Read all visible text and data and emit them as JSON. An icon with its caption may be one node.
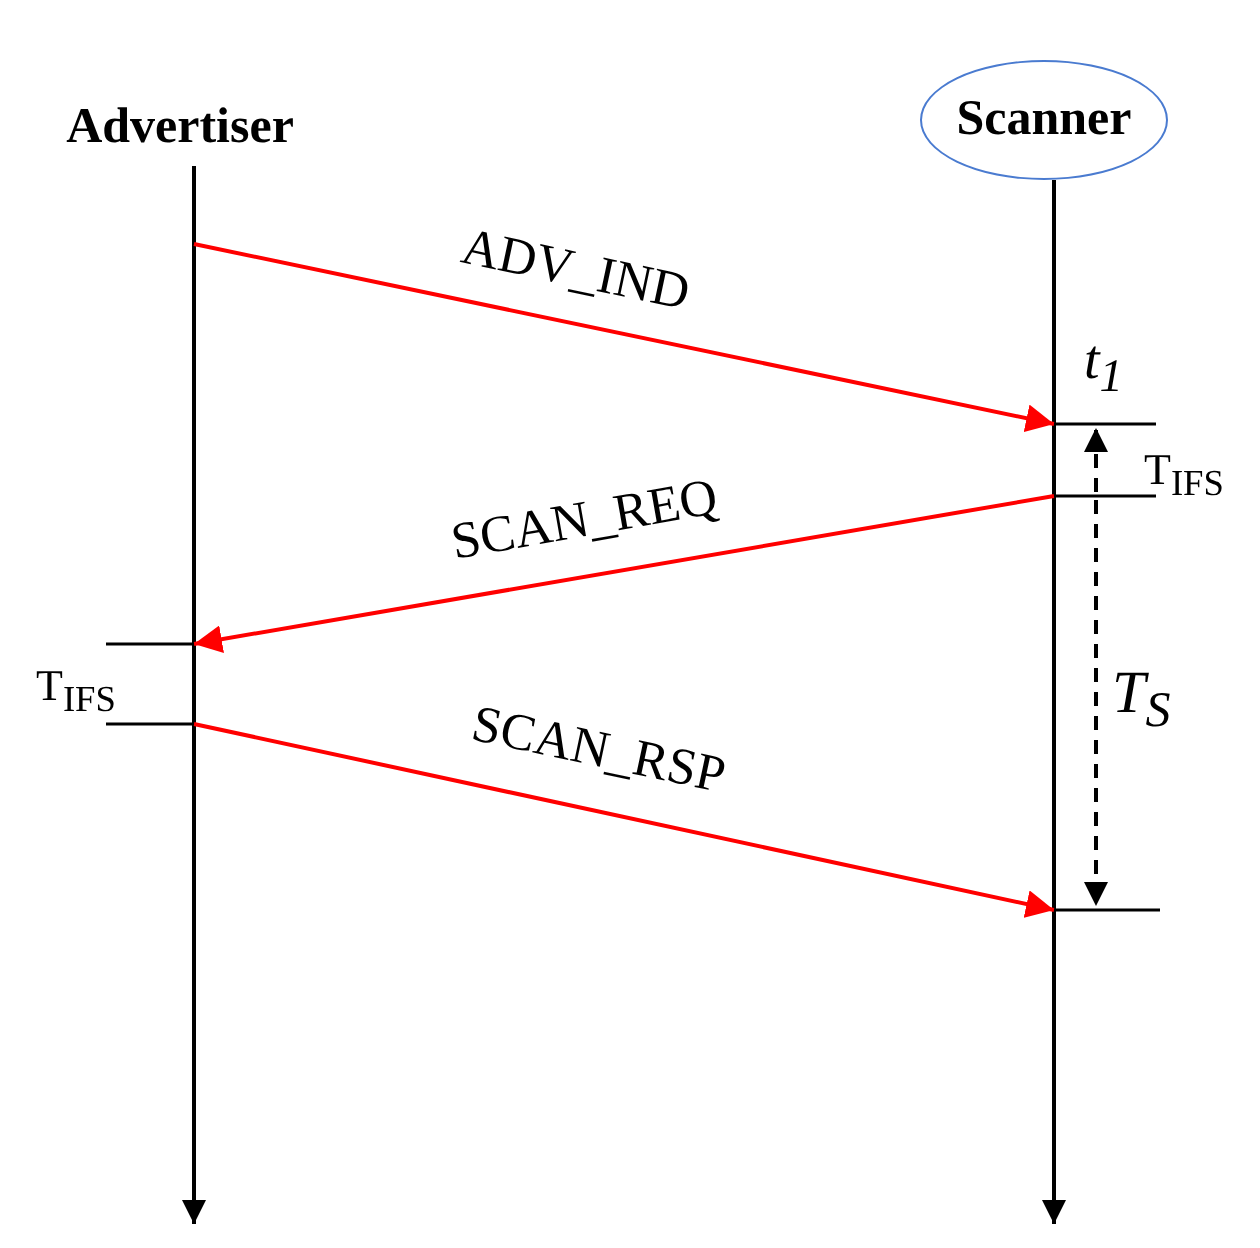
{
  "diagram": {
    "nodes": [
      {
        "text": [
          "Advertiser"
        ]
      },
      {
        "text": [
          "Scanner"
        ]
      }
    ],
    "edges": [
      {
        "from": 0,
        "to": 1,
        "arrow": "to",
        "label": "ADV_IND"
      },
      {
        "from": 1,
        "to": 0,
        "arrow": "to",
        "label": "SCAN_REQ"
      },
      {
        "from": 0,
        "to": 1,
        "arrow": "to",
        "label": "SCAN_RSP"
      }
    ],
    "labels": [
      "t$_{1}$",
      "T$_{IFS}$",
      "T$_{IFS}$",
      "T$_{S}$"
    ]
  }
}
